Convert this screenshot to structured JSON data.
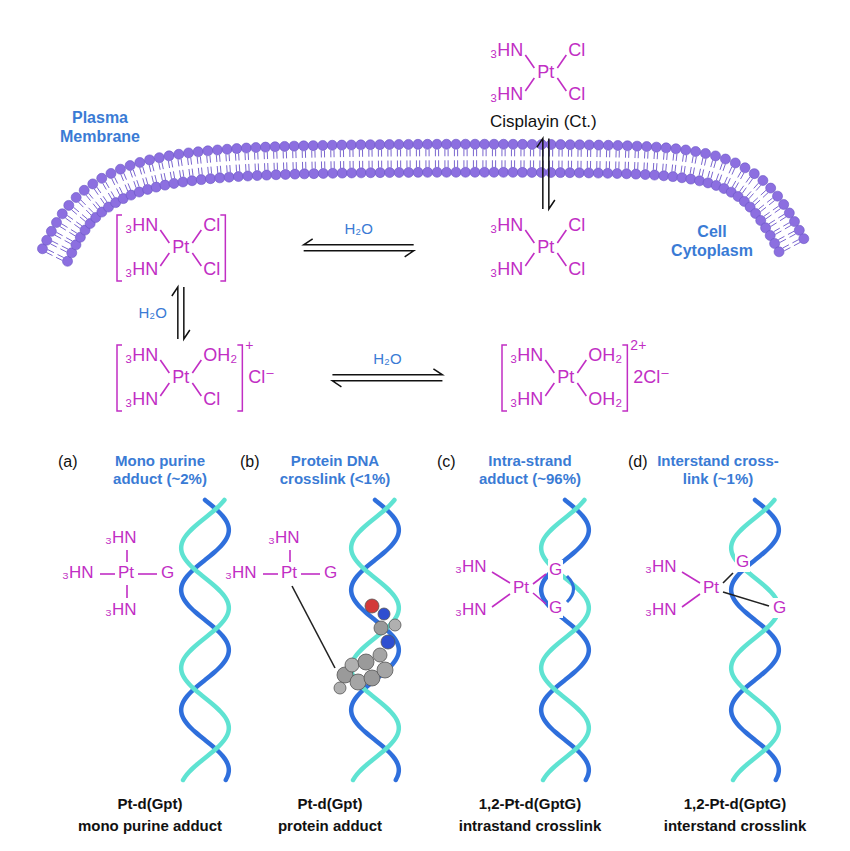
{
  "diagram": {
    "nodes": [
      {
        "text": [
          "₃HN",
          "Pt",
          "Cl",
          "₃HN",
          "Cl",
          "Cisplayin (Ct.)"
        ]
      },
      {
        "text": [
          "₃HN",
          "Pt",
          "Cl",
          "₃HN",
          "Cl"
        ]
      },
      {
        "text": [
          "₃HN",
          "Pt",
          "Cl",
          "₃HN",
          "Cl"
        ]
      },
      {
        "text": [
          "₃HN",
          "Pt",
          "OH₂",
          "₃HN",
          "Cl",
          "+",
          "Cl⁻"
        ]
      },
      {
        "text": [
          "₃HN",
          "Pt",
          "OH₂",
          "₃HN",
          "OH₂",
          "2+",
          "2Cl⁻"
        ]
      }
    ],
    "edges": [
      {
        "from": 0,
        "to": 2,
        "arrow": "both"
      },
      {
        "from": 2,
        "to": 1,
        "label": "H₂O",
        "arrow": "both"
      },
      {
        "from": 1,
        "to": 3,
        "label": "H₂O",
        "arrow": "both"
      },
      {
        "from": 3,
        "to": 4,
        "label": "H₂O",
        "arrow": "both"
      }
    ],
    "labels": [
      "Plasma Membrane",
      "Cell Cytoplasm",
      "(a)",
      "Mono purine adduct (~2%)",
      "(b)",
      "Protein DNA crosslink (<1%)",
      "(c)",
      "Intra-strand adduct (~96%)",
      "(d)",
      "Interstand cross-link (~1%)",
      "₃HN",
      "₃HN",
      "Pt",
      "G",
      "₃HN",
      "₃HN",
      "₃HN",
      "Pt",
      "G",
      "₃HN",
      "Pt",
      "G",
      "G",
      "₃HN",
      "₃HN",
      "Pt",
      "G",
      "G",
      "₃HN",
      "Pt-d(Gpt)",
      "mono purine adduct",
      "Pt-d(Gpt)",
      "protein adduct",
      "1,2-Pt-d(GptG)",
      "intrastand crosslink",
      "1,2-Pt-d(GptG)",
      "interstand crosslink"
    ]
  }
}
